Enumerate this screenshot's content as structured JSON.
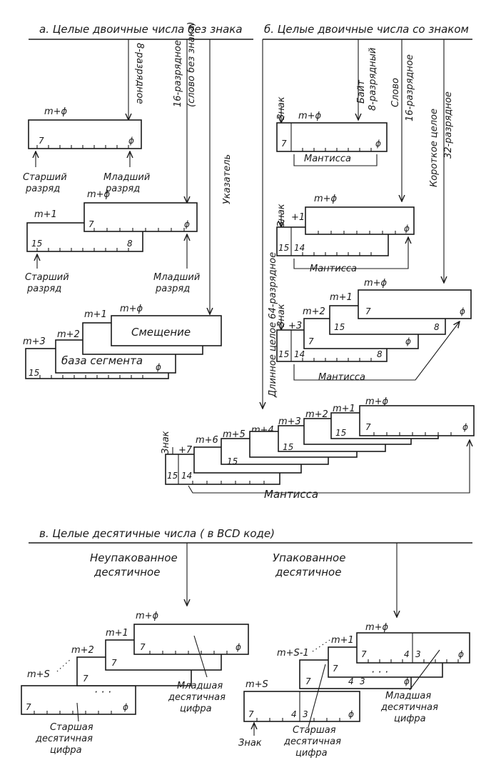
{
  "colors": {
    "ink": "#1a1a1a",
    "paper": "#ffffff"
  },
  "headings": {
    "a": "а. Целые двоичные числа без знака",
    "b": "б. Целые двоичные числа со знаком",
    "v": "в. Целые десятичные числа ( в BCD коде)"
  },
  "a": {
    "byte_label": "8-разрядное",
    "word_label1": "16-разрядное",
    "word_label2": "(слово без знака)",
    "pointer_label": "Указатель",
    "m0": "m+ϕ",
    "m1": "m+1",
    "m2": "m+2",
    "m3": "m+3",
    "d7": "7",
    "d0": "ϕ",
    "d15": "15",
    "d8": "8",
    "msb1": "Старший",
    "msb2": "разряд",
    "lsb1": "Младший",
    "lsb2": "разряд",
    "offset": "Смещение",
    "segment": "база сегмента"
  },
  "b": {
    "byte_label1": "Байт",
    "byte_label2": "8-разрядный",
    "word_label1": "Слово",
    "word_label2": "16-разрядное",
    "short_label1": "Короткое целое",
    "short_label2": "32-разрядное",
    "long_label": "Длинное целое 64-разрядное",
    "sign": "Знак",
    "mantissa": "Мантисса",
    "m0": "m+ϕ",
    "m1": "m+1",
    "m2": "m+2",
    "m3": "m+3",
    "m4": "m+4",
    "m5": "m+5",
    "m6": "m+6",
    "p1": "+1",
    "p3": "+3",
    "p7": "+7",
    "d7": "7",
    "d0": "ϕ",
    "d15": "15",
    "d14": "14",
    "d8": "8"
  },
  "v": {
    "unpacked1": "Неупакованное",
    "unpacked2": "десятичное",
    "packed1": "Упакованное",
    "packed2": "десятичное",
    "m0": "m+ϕ",
    "m1": "m+1",
    "m2": "m+2",
    "ms": "m+S",
    "ms1": "m+S-1",
    "d7": "7",
    "d0": "ϕ",
    "d4": "4",
    "d3": "3",
    "dots": "· · ·",
    "dots2": "· · ·",
    "low1": "Младшая",
    "low2": "десятичная",
    "low3": "цифра",
    "high1": "Старшая",
    "high2": "десятичная",
    "high3": "цифра",
    "sign": "Знак"
  }
}
